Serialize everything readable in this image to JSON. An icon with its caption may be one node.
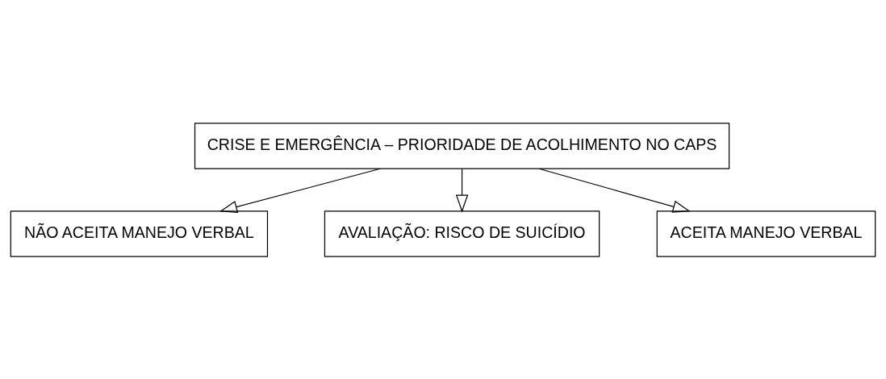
{
  "diagram": {
    "nodes": [
      {
        "text": [
          "CRISE E EMERGÊNCIA – PRIORIDADE DE ACOLHIMENTO NO CAPS"
        ]
      },
      {
        "text": [
          "NÃO ACEITA MANEJO VERBAL"
        ]
      },
      {
        "text": [
          "AVALIAÇÃO: RISCO DE SUICÍDIO"
        ]
      },
      {
        "text": [
          "ACEITA MANEJO VERBAL"
        ]
      }
    ],
    "edges": [
      {
        "from": 0,
        "to": 1,
        "arrow": "to"
      },
      {
        "from": 0,
        "to": 2,
        "arrow": "to"
      },
      {
        "from": 0,
        "to": 3,
        "arrow": "to"
      }
    ]
  }
}
